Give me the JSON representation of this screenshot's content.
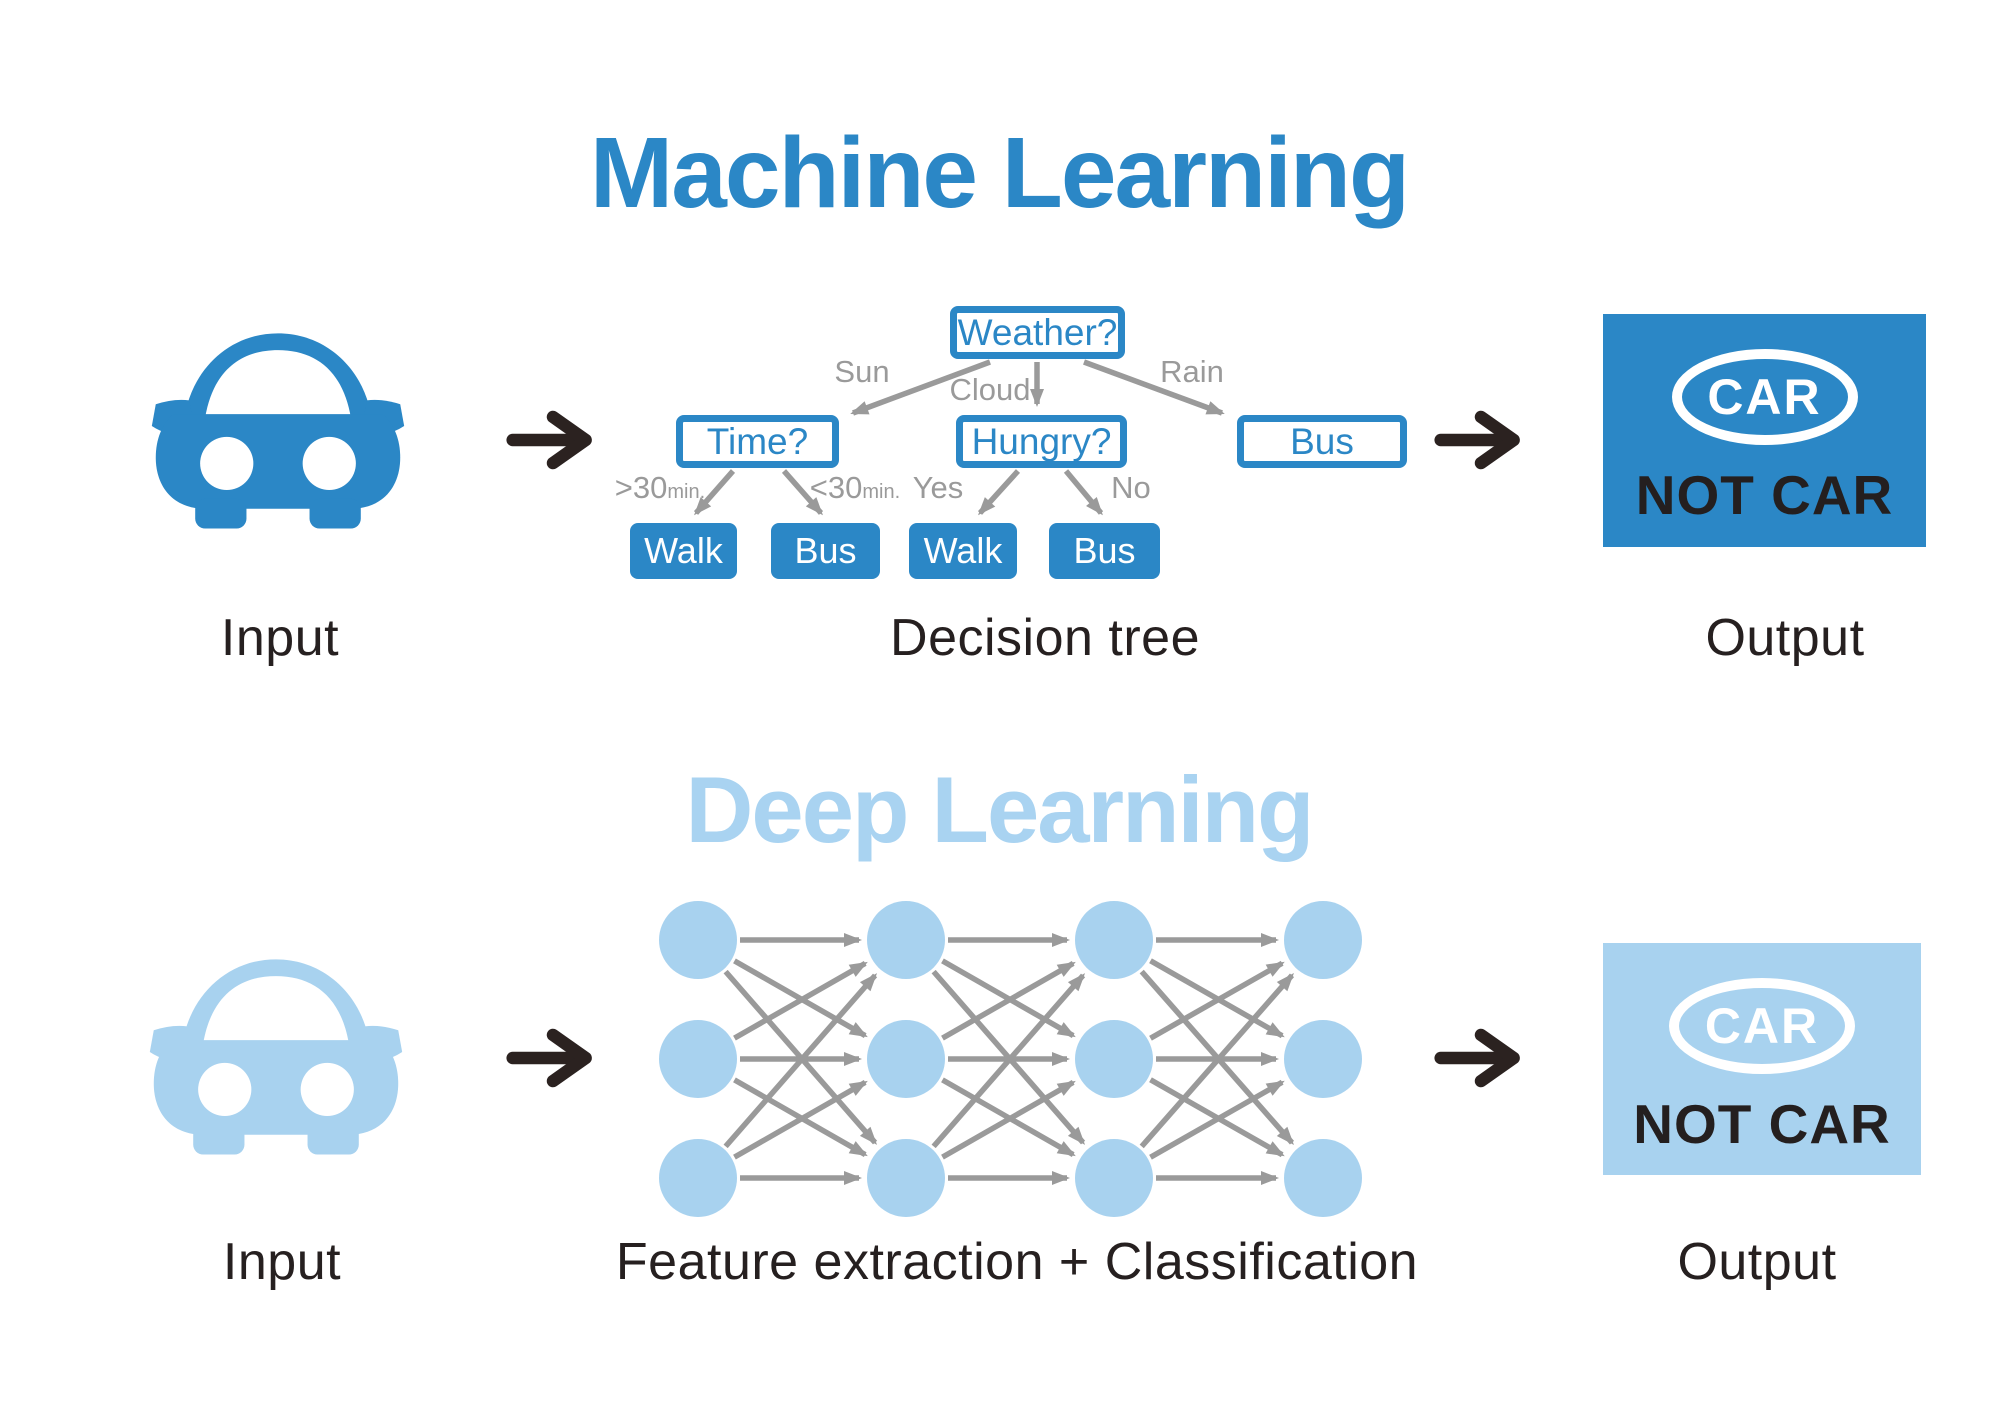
{
  "colors": {
    "ml_blue": "#2b87c6",
    "dl_blue": "#a8d2ef",
    "dl_title_blue": "#a9d3f1",
    "connector_gray": "#9a9a9a",
    "label_black": "#262020",
    "arrow_black": "#2b2220"
  },
  "ml": {
    "title": "Machine Learning",
    "input_label": "Input",
    "diagram_label": "Decision tree",
    "output_label": "Output",
    "tree": {
      "root": "Weather?",
      "branches": {
        "sun": "Sun",
        "cloud": "Cloud",
        "rain": "Rain",
        "gt30": ">30",
        "lt30": "<30",
        "min": "min.",
        "yes": "Yes",
        "no": "No"
      },
      "nodes": [
        "Time?",
        "Hungry?",
        "Bus"
      ],
      "leaves": [
        "Walk",
        "Bus",
        "Walk",
        "Bus"
      ]
    },
    "badge": {
      "oval": "CAR",
      "caption": "NOT CAR"
    }
  },
  "dl": {
    "title": "Deep Learning",
    "input_label": "Input",
    "diagram_label": "Feature extraction + Classification",
    "output_label": "Output",
    "badge": {
      "oval": "CAR",
      "caption": "NOT CAR"
    }
  }
}
